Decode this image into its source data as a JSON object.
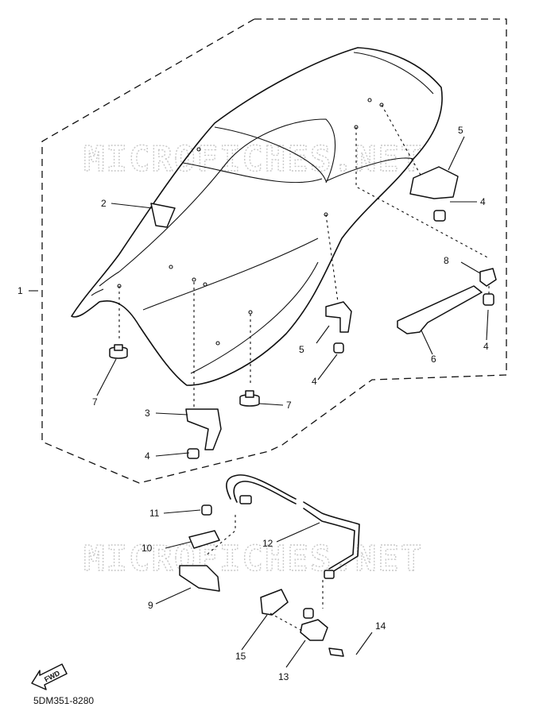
{
  "watermark": "MICROFICHES.NET",
  "diagram_code": "5DM351-8280",
  "fwd_label": "FWD",
  "callouts": [
    "1",
    "2",
    "3",
    "4",
    "4",
    "4",
    "4",
    "5",
    "5",
    "6",
    "7",
    "7",
    "8",
    "9",
    "10",
    "11",
    "12",
    "13",
    "14",
    "15"
  ]
}
